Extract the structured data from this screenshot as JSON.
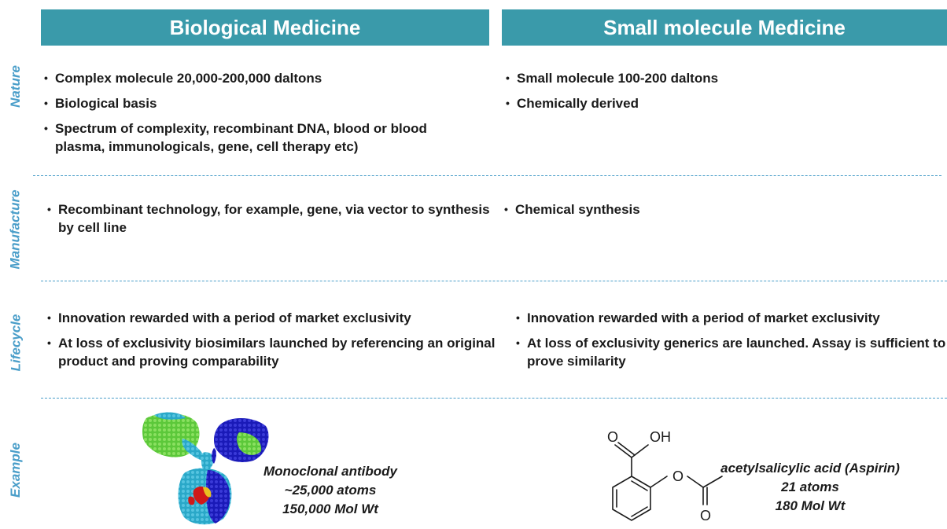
{
  "headers": {
    "biological": "Biological Medicine",
    "small_molecule": "Small molecule Medicine"
  },
  "row_labels": {
    "nature": "Nature",
    "manufacture": "Manufacture",
    "lifecycle": "Lifecycle",
    "example": "Example"
  },
  "nature": {
    "biological": [
      "Complex molecule 20,000-200,000 daltons",
      "Biological basis",
      "Spectrum of complexity, recombinant DNA, blood or blood plasma, immunologicals, gene, cell therapy etc)"
    ],
    "small_molecule": [
      "Small molecule 100-200 daltons",
      "Chemically derived"
    ]
  },
  "manufacture": {
    "biological": [
      "Recombinant technology, for example, gene, via vector to synthesis by cell line"
    ],
    "small_molecule": [
      "Chemical synthesis"
    ]
  },
  "lifecycle": {
    "biological": [
      "Innovation rewarded with a period of market  exclusivity",
      "At loss of exclusivity biosimilars launched by referencing an original product and proving comparability"
    ],
    "small_molecule": [
      "Innovation rewarded with a period of market  exclusivity",
      "At loss of exclusivity generics are launched. Assay is sufficient to prove similarity"
    ]
  },
  "example": {
    "biological": {
      "name": "Monoclonal antibody",
      "atoms": "~25,000 atoms",
      "weight": "150,000 Mol Wt"
    },
    "small_molecule": {
      "name": "acetylsalicylic acid (Aspirin)",
      "atoms": "21 atoms",
      "weight": "180 Mol Wt"
    },
    "aspirin_atom_labels": {
      "oh": "OH",
      "o": "O"
    }
  },
  "colors": {
    "header_bg": "#3a9aaa",
    "row_label": "#4a9ec9",
    "divider": "#4a9ec9",
    "antibody_light_blue": "#2aa8c8",
    "antibody_dark_blue": "#1a1ab8",
    "antibody_green": "#5cc83a",
    "antibody_red": "#d01818",
    "antibody_yellow": "#e8c020"
  }
}
